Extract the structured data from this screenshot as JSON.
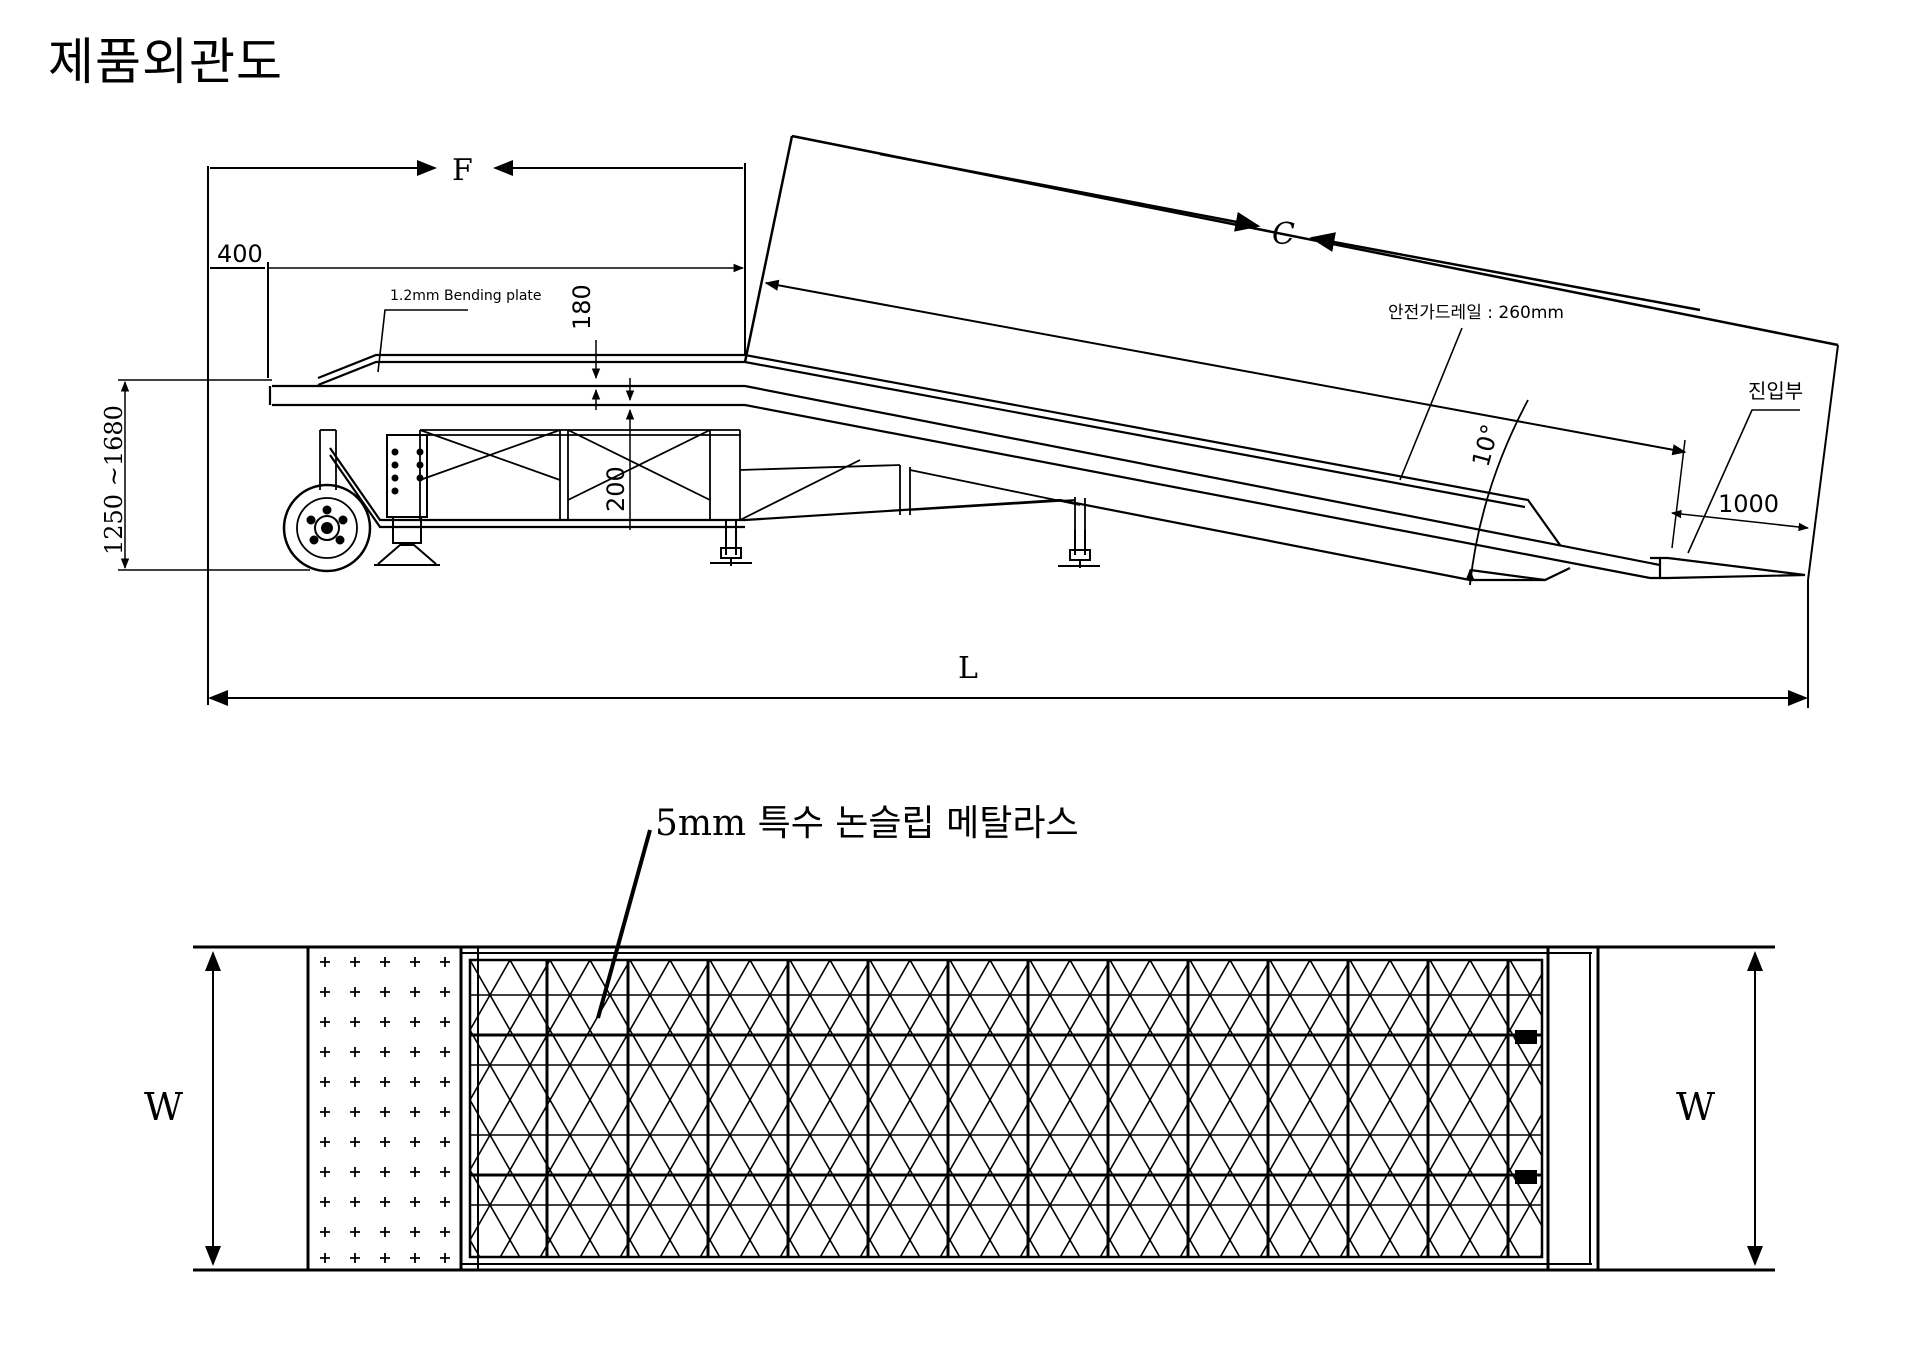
{
  "title": "제품외관도",
  "side_view": {
    "dim_F": "F",
    "dim_C": "C",
    "dim_L": "L",
    "dim_400": "400",
    "dim_180": "180",
    "dim_200": "200",
    "dim_height": "1250 ~1680",
    "dim_1000": "1000",
    "angle": "10°",
    "bending_plate": "1.2mm Bending plate",
    "guardrail": "안전가드레일 : 260mm",
    "entry": "진입부"
  },
  "top_view": {
    "metal_lath": "5mm 특수 논슬립 메탈라스",
    "width_left": "W",
    "width_right": "W"
  }
}
